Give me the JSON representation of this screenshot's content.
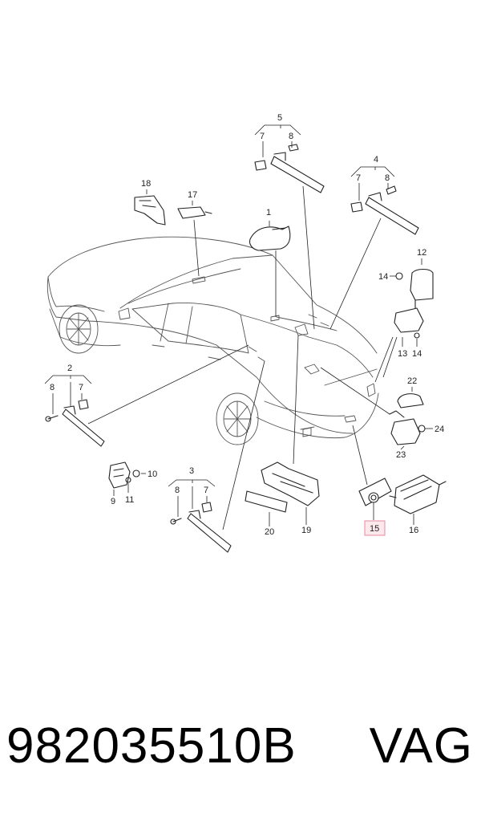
{
  "diagram": {
    "callouts": {
      "c1": "1",
      "c2": "2",
      "c2_8": "8",
      "c2_7": "7",
      "c3": "3",
      "c3_8": "8",
      "c3_7": "7",
      "c4": "4",
      "c4_7": "7",
      "c4_8": "8",
      "c5": "5",
      "c5_7": "7",
      "c5_8": "8",
      "c9": "9",
      "c10": "10",
      "c11": "11",
      "c12": "12",
      "c13": "13",
      "c14a": "14",
      "c14b": "14",
      "c15": "15",
      "c16": "16",
      "c17": "17",
      "c18": "18",
      "c19": "19",
      "c20": "20",
      "c22": "22",
      "c23": "23",
      "c24": "24"
    },
    "highlighted_callout": "15",
    "highlight_color": "#fde8ec"
  },
  "footer": {
    "part_number": "982035510B",
    "brand": "VAG"
  }
}
